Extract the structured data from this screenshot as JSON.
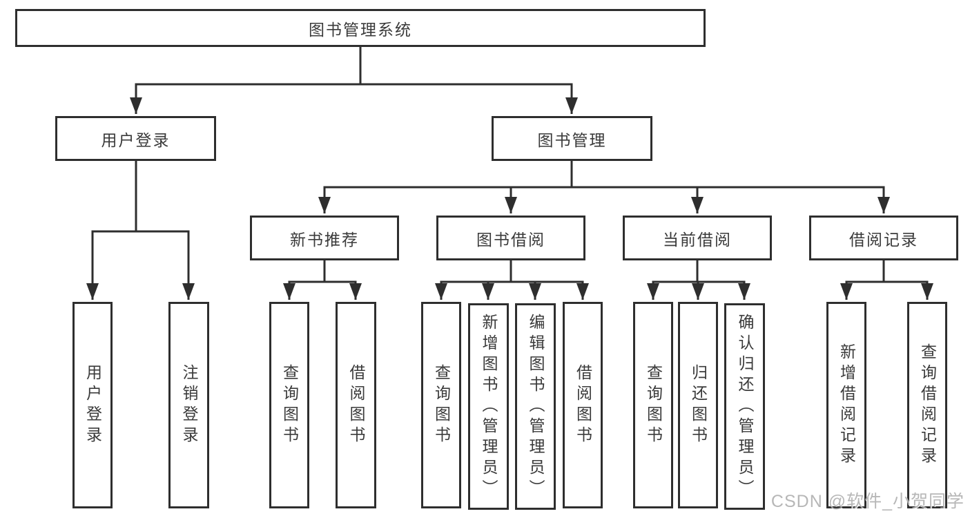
{
  "tree": {
    "root": {
      "label": "图书管理系统"
    },
    "branches": [
      {
        "label": "用户登录",
        "children": [
          {
            "label": "用户登录"
          },
          {
            "label": "注销登录"
          }
        ]
      },
      {
        "label": "图书管理",
        "groups": [
          {
            "label": "新书推荐",
            "children": [
              {
                "label": "查询图书"
              },
              {
                "label": "借阅图书"
              }
            ]
          },
          {
            "label": "图书借阅",
            "children": [
              {
                "label": "查询图书"
              },
              {
                "label": "新增图书（管理员）"
              },
              {
                "label": "编辑图书（管理员）"
              },
              {
                "label": "借阅图书"
              }
            ]
          },
          {
            "label": "当前借阅",
            "children": [
              {
                "label": "查询图书"
              },
              {
                "label": "归还图书"
              },
              {
                "label": "确认归还（管理员）"
              }
            ]
          },
          {
            "label": "借阅记录",
            "children": [
              {
                "label": "新增借阅记录"
              },
              {
                "label": "查询借阅记录"
              }
            ]
          }
        ]
      }
    ]
  },
  "watermark": {
    "text": "CSDN @软件_小贺同学"
  },
  "colors": {
    "line": "#2e2e2e",
    "text": "#3a3a3a",
    "background": "#ffffff",
    "watermark": "#b0b0b0"
  }
}
